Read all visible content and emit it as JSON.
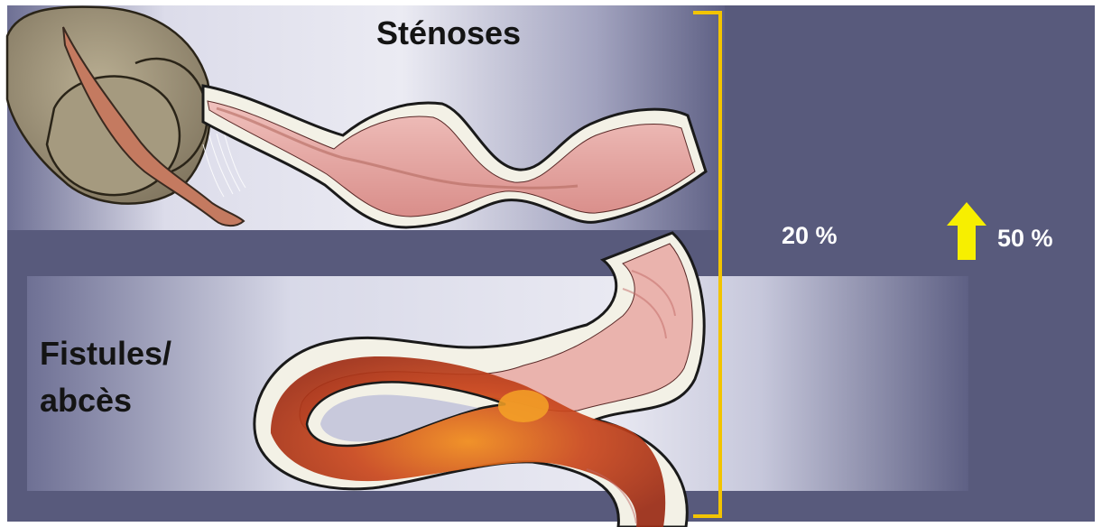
{
  "labels": {
    "stenoses": "Sténoses",
    "fistules_line1": "Fistules/",
    "fistules_line2": "abcès",
    "pct_left": "20 %",
    "pct_right": "50 %"
  },
  "colors": {
    "background": "#585a7c",
    "bracket": "#f2c400",
    "arrow": "#f7ef00",
    "tissue_pink": "#e6a9a5",
    "inflamed": "#c4401b",
    "wall": "#f3f1e6"
  },
  "icons": {
    "arrow": "up-arrow-icon",
    "bracket": "right-bracket-icon"
  }
}
